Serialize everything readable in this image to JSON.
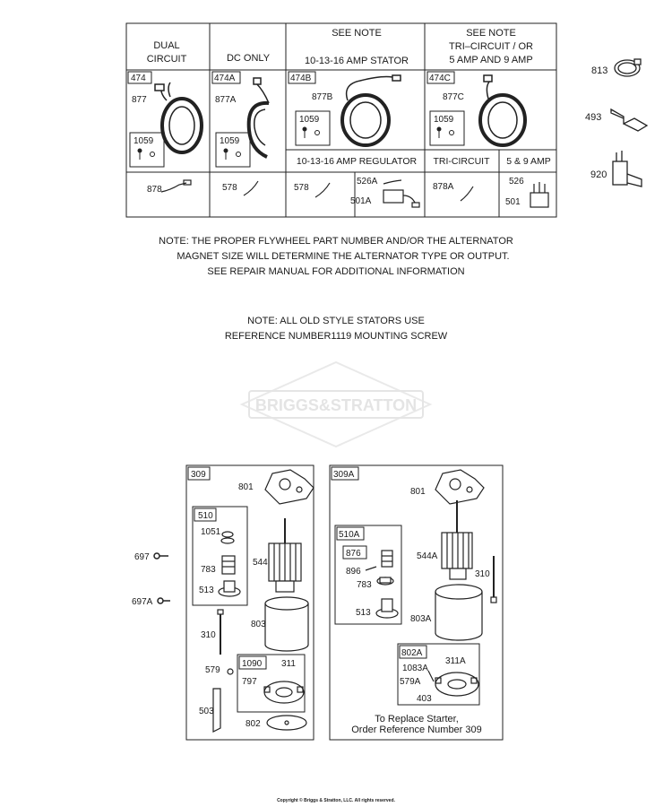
{
  "table": {
    "headers": {
      "dual_l1": "DUAL",
      "dual_l2": "CIRCUIT",
      "dc": "DC ONLY",
      "note1": "SEE NOTE",
      "stator_title": "10-13-16 AMP STATOR",
      "note2": "SEE NOTE",
      "tri_l1": "TRI–CIRCUIT / OR",
      "tri_l2": "5 AMP AND 9 AMP"
    },
    "boxes": {
      "b474": "474",
      "b474A": "474A",
      "b474B": "474B",
      "b474C": "474C",
      "b1059a": "1059",
      "b1059b": "1059",
      "b1059c": "1059",
      "b1059d": "1059"
    },
    "parts": {
      "p877": "877",
      "p877A": "877A",
      "p877B": "877B",
      "p877C": "877C",
      "p878": "878",
      "p578a": "578",
      "p578b": "578",
      "p526A": "526A",
      "p501A": "501A",
      "p878A": "878A",
      "p526": "526",
      "p501": "501"
    },
    "sub": {
      "regulator": "10-13-16 AMP REGULATOR",
      "tri_circuit": "TRI-CIRCUIT",
      "amp59": "5 & 9 AMP"
    }
  },
  "side_parts": {
    "p813": "813",
    "p493": "493",
    "p920": "920"
  },
  "notes": {
    "n1_l1": "NOTE: THE PROPER FLYWHEEL PART NUMBER AND/OR THE ALTERNATOR",
    "n1_l2": "MAGNET SIZE WILL DETERMINE THE ALTERNATOR TYPE OR OUTPUT.",
    "n1_l3": "SEE REPAIR MANUAL FOR ADDITIONAL INFORMATION",
    "n2_l1": "NOTE: ALL OLD STYLE STATORS USE",
    "n2_l2": "REFERENCE NUMBER1119  MOUNTING SCREW"
  },
  "watermark": "BRIGGS&STRATTON",
  "starter1": {
    "box": "309",
    "sub_box": "510",
    "sub_box2": "1090",
    "p801": "801",
    "p1051": "1051",
    "p544": "544",
    "p783": "783",
    "p513": "513",
    "p803": "803",
    "p310": "310",
    "p579": "579",
    "p311": "311",
    "p797": "797",
    "p503": "503",
    "p802": "802"
  },
  "starter2": {
    "box": "309A",
    "sub_box": "510A",
    "sub_box2": "876",
    "sub_box3": "802A",
    "p801": "801",
    "p544A": "544A",
    "p896": "896",
    "p783": "783",
    "p310": "310",
    "p513": "513",
    "p803A": "803A",
    "p1083A": "1083A",
    "p311A": "311A",
    "p579A": "579A",
    "p403": "403",
    "replace_l1": "To Replace Starter,",
    "replace_l2": "Order Reference Number 309"
  },
  "screws": {
    "p697": "697",
    "p697A": "697A"
  },
  "copyright": "Copyright © Briggs & Stratton, LLC. All rights reserved."
}
